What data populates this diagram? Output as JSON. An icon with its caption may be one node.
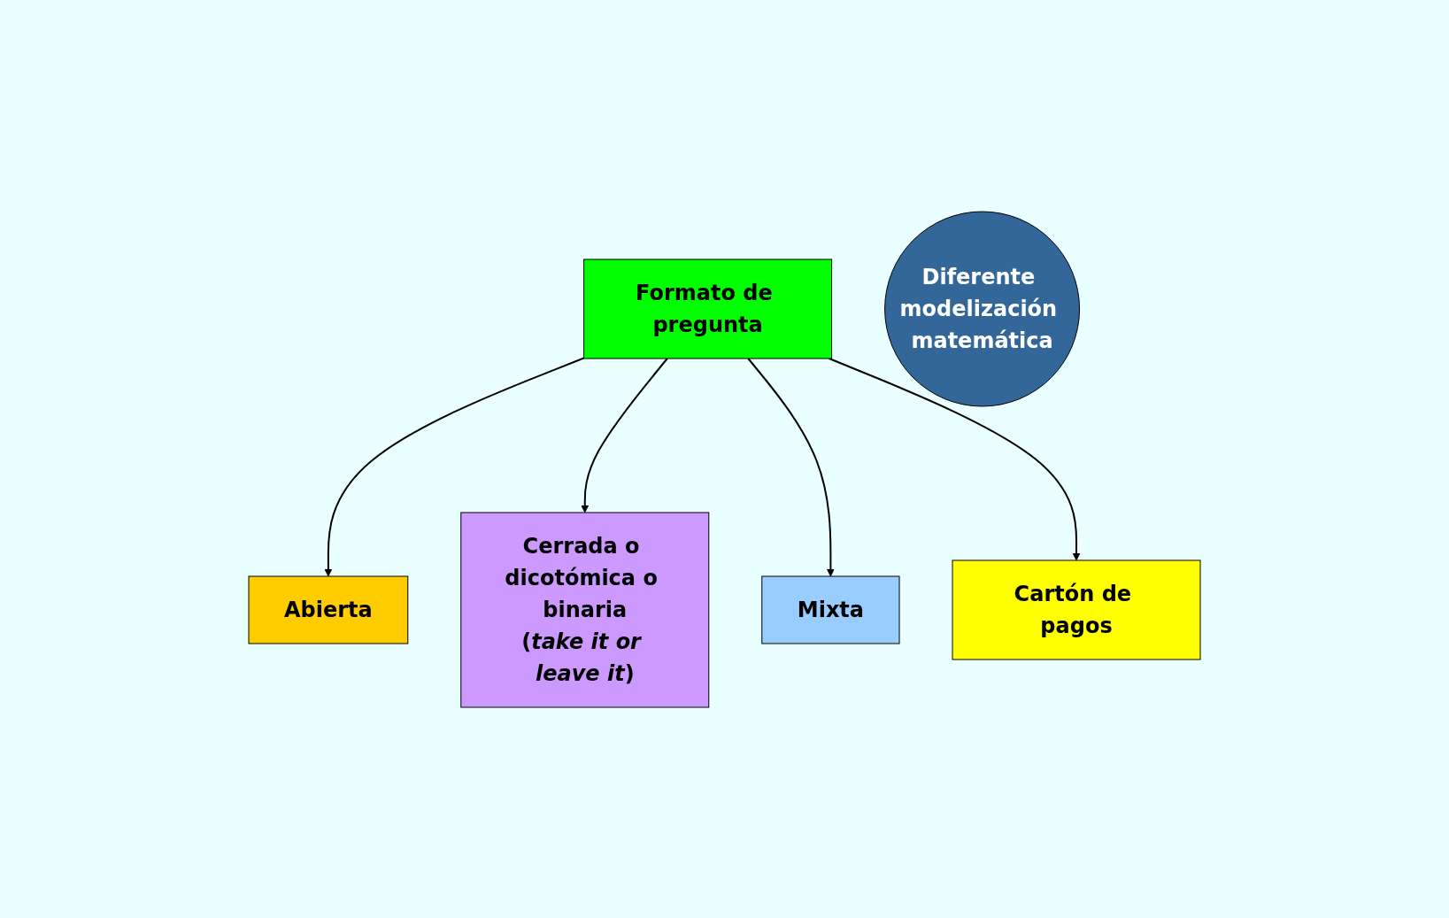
{
  "diagram": {
    "nodes": [
      {
        "text": [
          "Formato de pregunta"
        ]
      },
      {
        "text": [
          "Abierta"
        ]
      },
      {
        "text": [
          "Cerrada o dicotómica o binaria",
          "(*take it or leave it*)"
        ]
      },
      {
        "text": [
          "Mixta"
        ]
      },
      {
        "text": [
          "Cartón de pagos"
        ]
      },
      {
        "text": [
          "Diferente modelización matemática"
        ]
      }
    ],
    "edges": [
      {
        "from": 0,
        "to": 1,
        "arrow": "to"
      },
      {
        "from": 0,
        "to": 2,
        "arrow": "to"
      },
      {
        "from": 0,
        "to": 3,
        "arrow": "to"
      },
      {
        "from": 0,
        "to": 4,
        "arrow": "to"
      }
    ]
  }
}
